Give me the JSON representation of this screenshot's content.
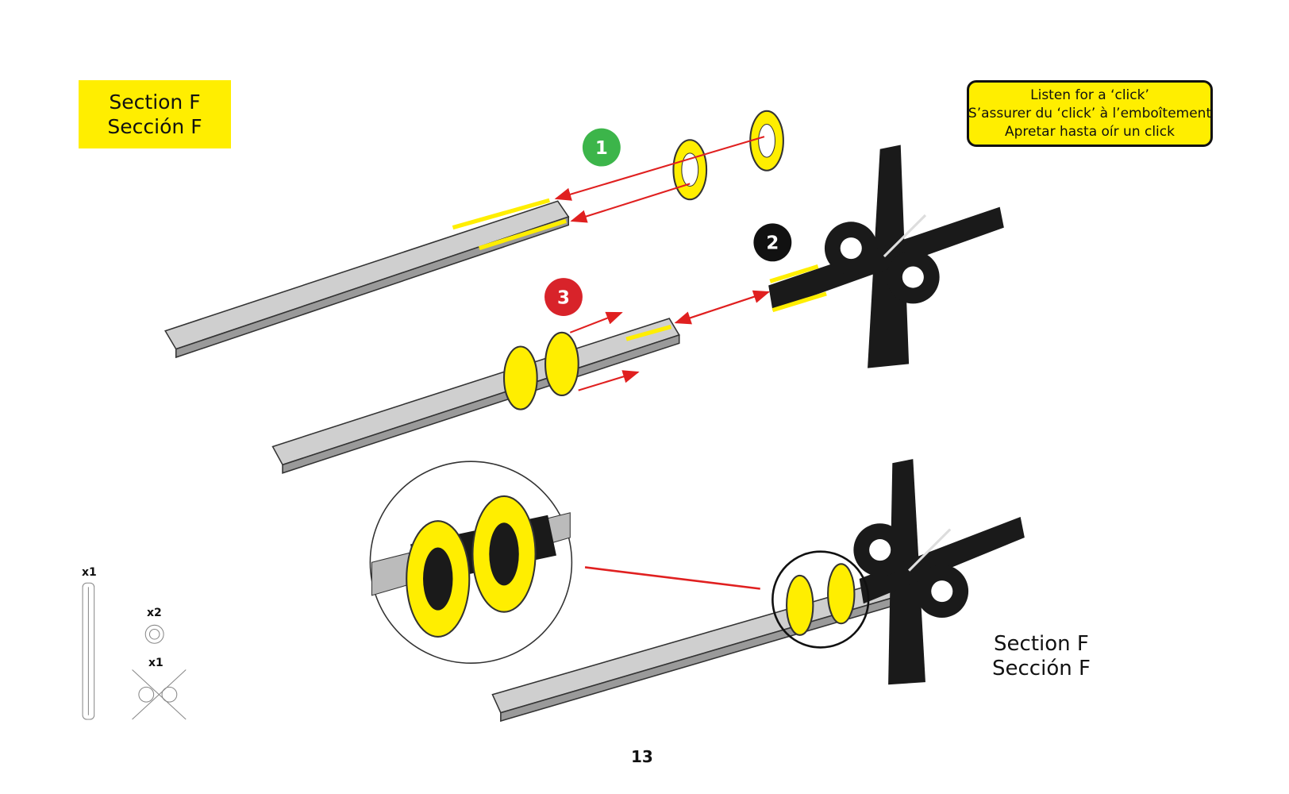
{
  "section_label": {
    "en": "Section F",
    "es": "Sección F"
  },
  "click_notice": {
    "en": "Listen for a ‘click’",
    "fr": "S’assurer du ‘click’ à l’emboîtement",
    "es": "Apretar hasta oír un click"
  },
  "steps": [
    {
      "number": "1",
      "color": "#3cb54a"
    },
    {
      "number": "2",
      "color": "#111111"
    },
    {
      "number": "3",
      "color": "#d8232a"
    }
  ],
  "parts": [
    {
      "name": "beam",
      "quantity": "x1"
    },
    {
      "name": "ring",
      "quantity": "x2"
    },
    {
      "name": "hub",
      "quantity": "x1"
    }
  ],
  "bottom_label": {
    "en": "Section F",
    "es": "Sección F"
  },
  "page_number": "13",
  "colors": {
    "yellow": "#ffee00",
    "arrow": "#e02020",
    "beam": "#c8c8c8",
    "hub": "#1a1a1a"
  }
}
